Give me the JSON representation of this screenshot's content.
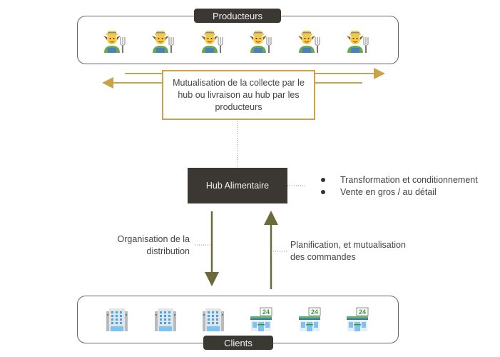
{
  "producers": {
    "label": "Producteurs",
    "icons": [
      "farmer-icon",
      "farmer-icon",
      "farmer-icon",
      "farmer-icon",
      "farmer-icon",
      "farmer-icon"
    ]
  },
  "collection": {
    "text": "Mutualisation de la collecte par le hub ou livraison au hub par les producteurs"
  },
  "hub": {
    "label": "Hub Alimentaire",
    "bullets": [
      "Transformation et conditionnement",
      "Vente en gros / au détail"
    ]
  },
  "distribution": {
    "line1": "Organisation de la",
    "line2": "distribution"
  },
  "orders": {
    "line1": "Planification, et mutualisation",
    "line2": "des commandes"
  },
  "clients": {
    "label": "Clients",
    "icons": [
      "office-building-icon",
      "office-building-icon",
      "office-building-icon",
      "convenience-store-icon",
      "convenience-store-icon",
      "convenience-store-icon"
    ],
    "store_sign": "24"
  },
  "colors": {
    "dark": "#3b3733",
    "gold": "#c9a24a",
    "olive": "#6b6a3a"
  }
}
